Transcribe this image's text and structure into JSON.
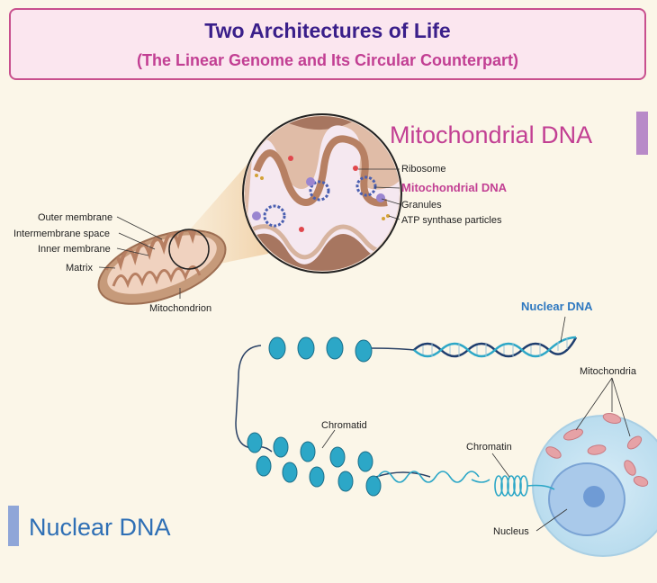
{
  "header": {
    "title": "Two Architectures of Life",
    "subtitle": "(The Linear Genome and Its Circular Counterpart)"
  },
  "mito_section": {
    "heading": "Mitochondrial DNA",
    "labels": {
      "outer_membrane": "Outer membrane",
      "intermembrane_space": "Intermembrane space",
      "inner_membrane": "Inner membrane",
      "matrix": "Matrix",
      "mitochondrion": "Mitochondrion"
    },
    "zoom_labels": {
      "ribosome": "Ribosome",
      "mito_dna": "Mitochondrial DNA",
      "granules": "Granules",
      "atp": "ATP synthase particles"
    }
  },
  "nuclear_section": {
    "heading": "Nuclear DNA",
    "labels": {
      "nuclear_dna": "Nuclear DNA",
      "chromatid": "Chromatid",
      "chromatin": "Chromatin",
      "mitochondria": "Mitochondria",
      "nucleus": "Nucleus"
    }
  },
  "colors": {
    "title": "#3a1f8a",
    "subtitle": "#c23f93",
    "mito_heading": "#c23f93",
    "nuclear_heading": "#2e6fb5",
    "nuclear_label": "#2e78c0",
    "accent_bar_mito": "#b88ac8",
    "accent_bar_nuclear": "#8fa6d8"
  }
}
